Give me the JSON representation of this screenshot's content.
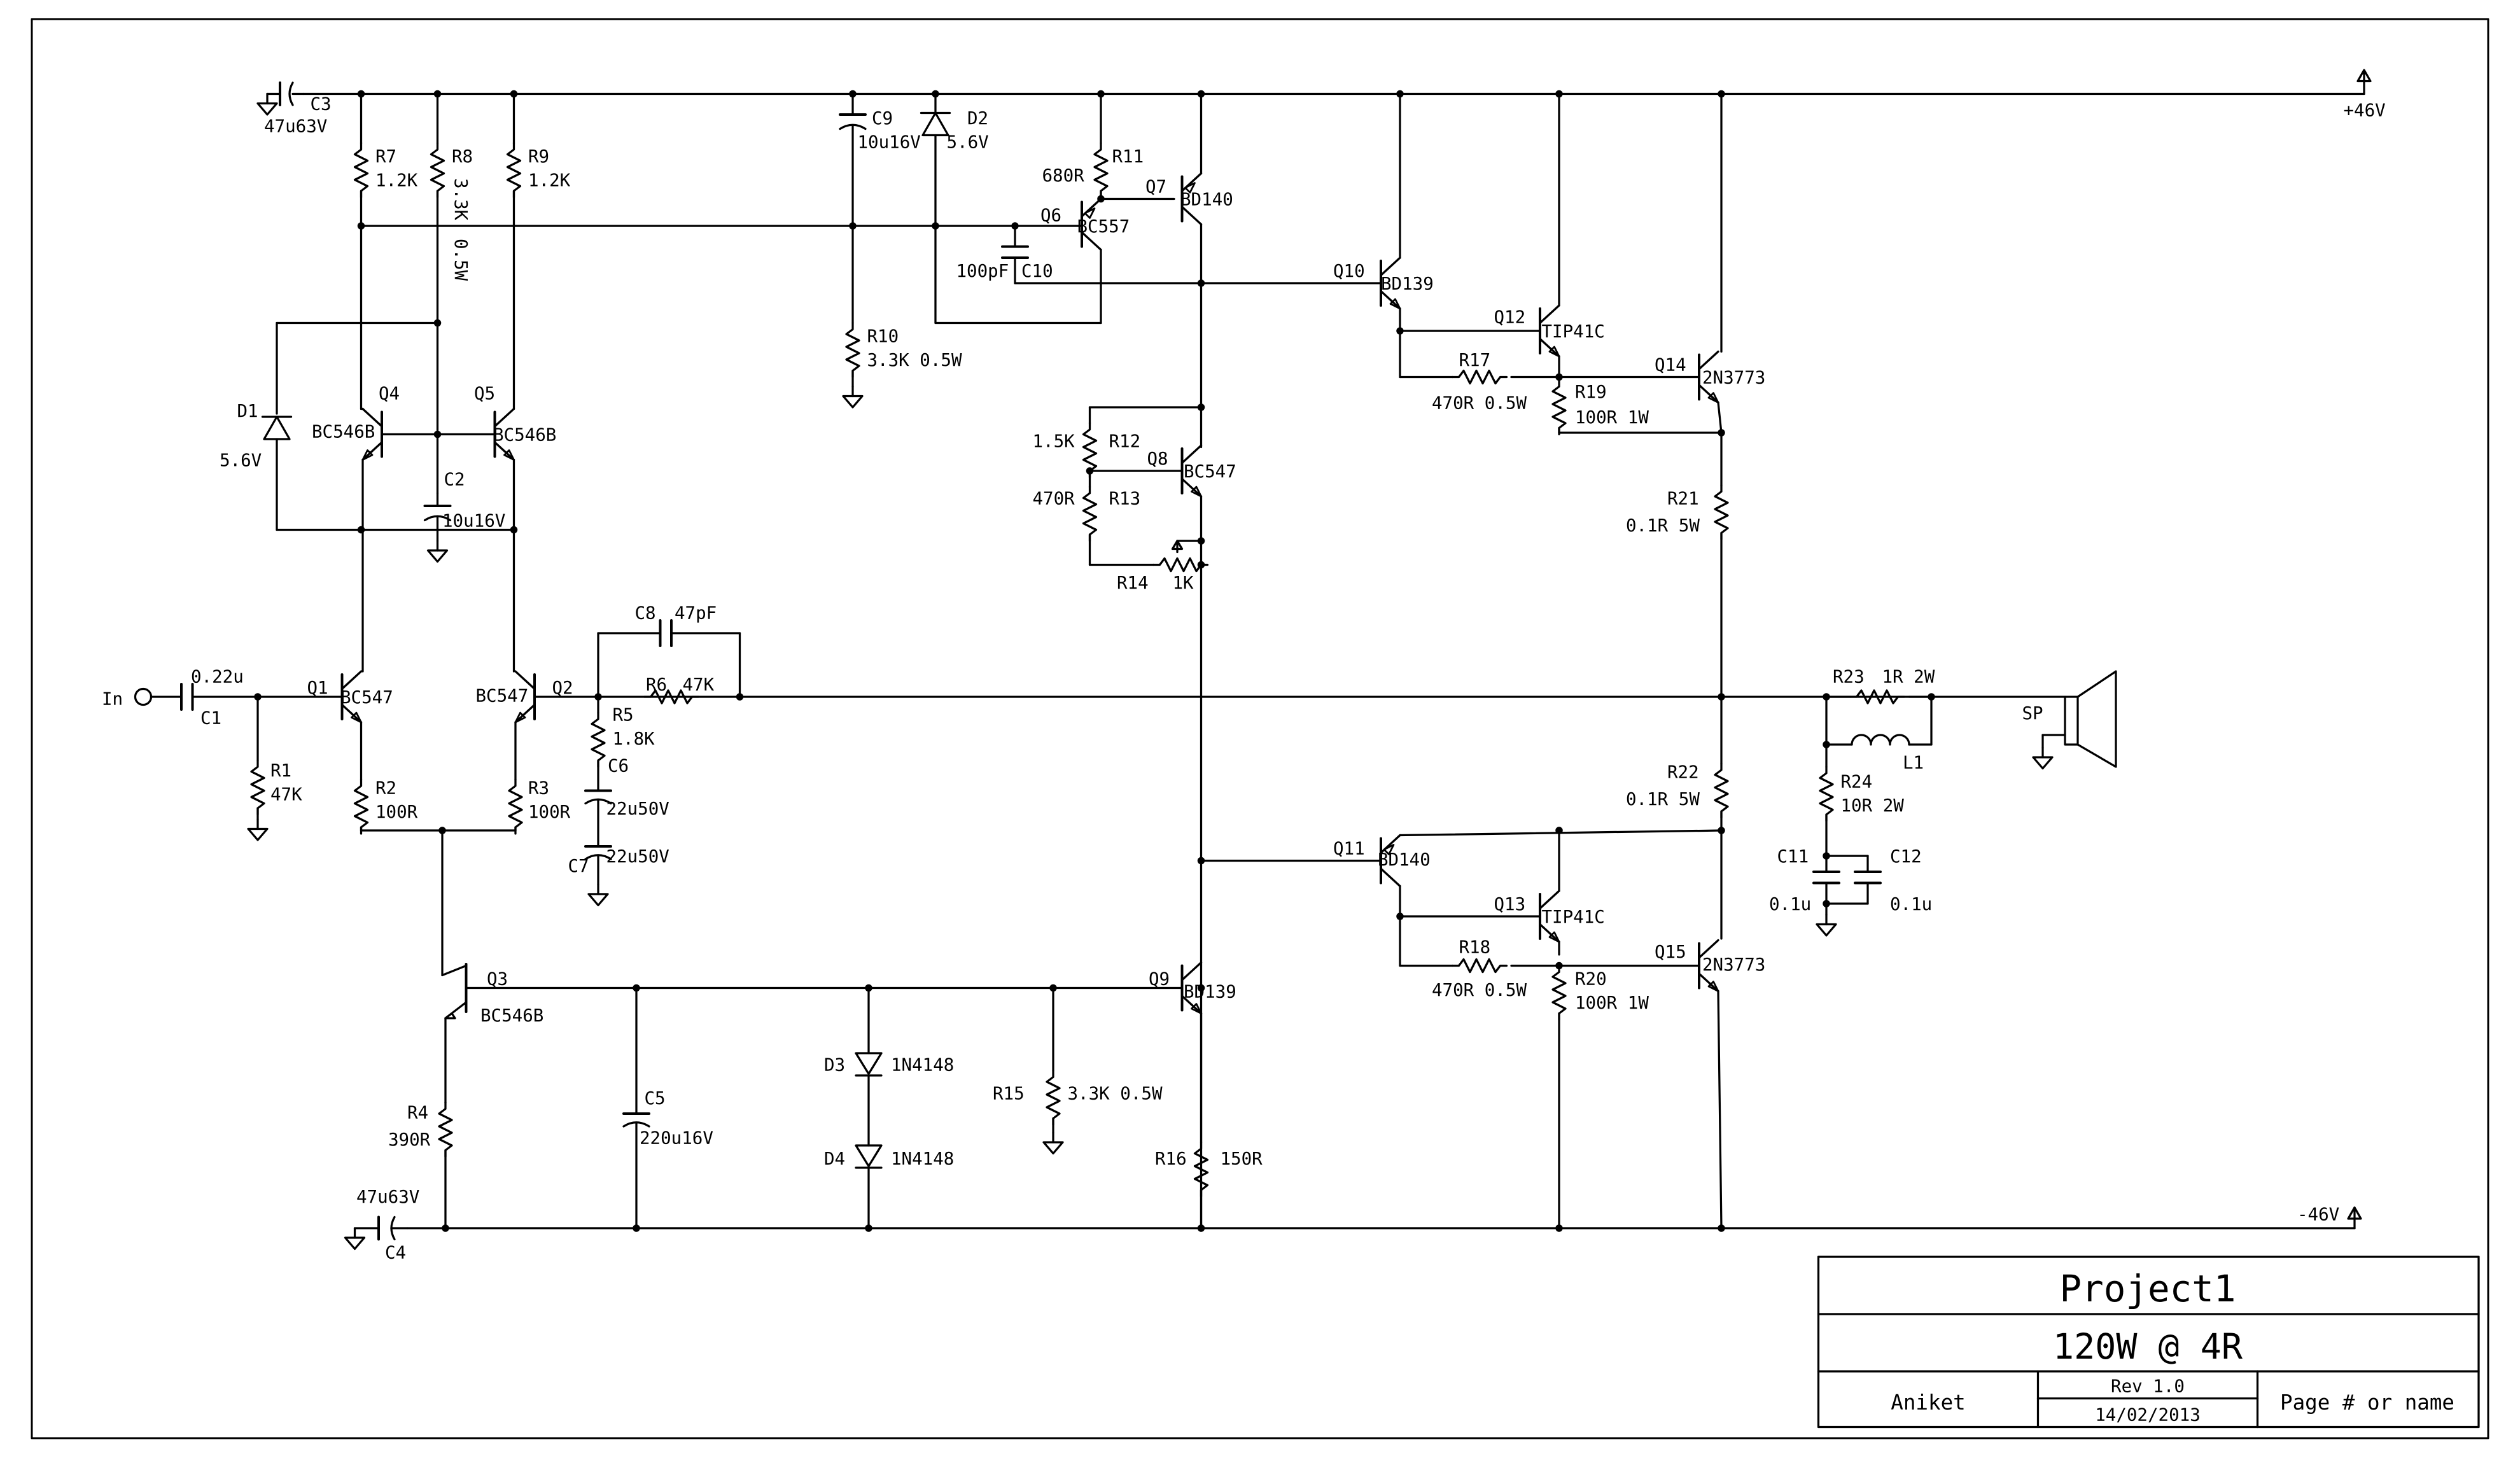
{
  "title_block": {
    "project": "Project1",
    "subtitle": "120W @ 4R",
    "author": "Aniket",
    "revision": "Rev 1.0",
    "date": "14/02/2013",
    "page": "Page # or name"
  },
  "rails": {
    "positive": "+46V",
    "negative": "-46V"
  },
  "io": {
    "input": "In",
    "speaker": "SP"
  },
  "labels": {
    "C3": "C3",
    "C3v": "47u63V",
    "R7": "R7",
    "R7v": "1.2K",
    "R8": "R8",
    "R8v": "3.3K",
    "R8w": "0.5W",
    "R9": "R9",
    "R9v": "1.2K",
    "C9": "C9",
    "C9v": "10u16V",
    "D2": "D2",
    "D2v": "5.6V",
    "R11": "R11",
    "R11v": "680R",
    "Q6": "Q6",
    "Q6v": "BC557",
    "Q7": "Q7",
    "Q7v": "BD140",
    "C10": "C10",
    "C10v": "100pF",
    "Q10": "Q10",
    "Q10v": "BD139",
    "Q12": "Q12",
    "Q12v": "TIP41C",
    "Q14": "Q14",
    "Q14v": "2N3773",
    "R10": "R10",
    "R10v": "3.3K 0.5W",
    "R17": "R17",
    "R17v": "470R 0.5W",
    "R19": "R19",
    "R19v": "100R 1W",
    "D1": "D1",
    "D1v": "5.6V",
    "Q4": "Q4",
    "Q4v": "BC546B",
    "Q5": "Q5",
    "Q5v": "BC546B",
    "C2": "C2",
    "C2v": "10u16V",
    "R12": "R12",
    "R12v": "1.5K",
    "R13": "R13",
    "R13v": "470R",
    "Q8": "Q8",
    "Q8v": "BC547",
    "R14": "R14",
    "R14v": "1K",
    "R21": "R21",
    "R21v": "0.1R 5W",
    "C8": "C8",
    "C8v": "47pF",
    "R6": "R6",
    "R6v": "47K",
    "C1": "C1",
    "C1v": "0.22u",
    "Q1": "Q1",
    "Q1v": "BC547",
    "Q2": "Q2",
    "Q2v": "BC547",
    "R1": "R1",
    "R1v": "47K",
    "R5": "R5",
    "R5v": "1.8K",
    "C6": "C6",
    "C6v": "22u50V",
    "C7": "C7",
    "C7v": "22u50V",
    "R2": "R2",
    "R2v": "100R",
    "R3": "R3",
    "R3v": "100R",
    "R23": "R23",
    "R23v": "1R 2W",
    "L1": "L1",
    "R24": "R24",
    "R24v": "10R 2W",
    "C11": "C11",
    "C11v": "0.1u",
    "C12": "C12",
    "C12v": "0.1u",
    "R22": "R22",
    "R22v": "0.1R 5W",
    "Q11": "Q11",
    "Q11v": "BD140",
    "Q13": "Q13",
    "Q13v": "TIP41C",
    "R18": "R18",
    "R18v": "470R 0.5W",
    "R20": "R20",
    "R20v": "100R 1W",
    "Q15": "Q15",
    "Q15v": "2N3773",
    "Q3": "Q3",
    "Q3v": "BC546B",
    "Q9": "Q9",
    "Q9v": "BD139",
    "C5": "C5",
    "C5v": "220u16V",
    "D3": "D3",
    "D3v": "1N4148",
    "D4": "D4",
    "D4v": "1N4148",
    "R15": "R15",
    "R15v": "3.3K 0.5W",
    "R16": "R16",
    "R16v": "150R",
    "R4": "R4",
    "R4v": "390R",
    "C4": "C4",
    "C4v": "47u63V"
  }
}
